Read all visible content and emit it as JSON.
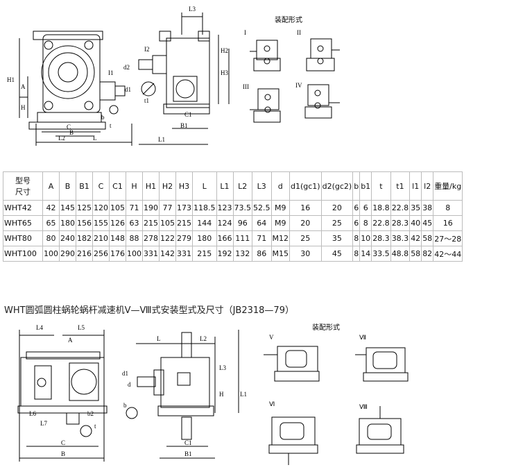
{
  "top_drawing": {
    "dims": {
      "H1": "H1",
      "A": "A",
      "H": "H",
      "C": "C",
      "B": "B",
      "L2": "L2",
      "L": "L",
      "L3": "L3",
      "I2": "I2",
      "d2": "d2",
      "I1": "I1",
      "d1": "d1",
      "t1": "t1",
      "t": "t",
      "b": "b",
      "H2": "H2",
      "H3": "H3",
      "C1": "C1",
      "B1": "B1",
      "L1": "L1"
    },
    "assembly_title": "装配形式",
    "roman": [
      "I",
      "II",
      "III",
      "IV"
    ]
  },
  "spec_table": {
    "header_first": "型号\n尺寸",
    "columns": [
      "A",
      "B",
      "B1",
      "C",
      "C1",
      "H",
      "H1",
      "H2",
      "H3",
      "L",
      "L1",
      "L2",
      "L3",
      "d",
      "d1(gc1)",
      "d2(gc2)",
      "b",
      "b1",
      "t",
      "t1",
      "l1",
      "l2",
      "重量/kg"
    ],
    "rows": [
      [
        "WHT42",
        "42",
        "145",
        "125",
        "120",
        "105",
        "71",
        "190",
        "77",
        "173",
        "118.5",
        "123",
        "73.5",
        "52.5",
        "M9",
        "16",
        "20",
        "6",
        "6",
        "18.8",
        "22.8",
        "35",
        "38",
        "8"
      ],
      [
        "WHT65",
        "65",
        "180",
        "156",
        "155",
        "126",
        "63",
        "215",
        "105",
        "215",
        "144",
        "124",
        "96",
        "64",
        "M9",
        "20",
        "25",
        "6",
        "8",
        "22.8",
        "28.3",
        "40",
        "45",
        "16"
      ],
      [
        "WHT80",
        "80",
        "240",
        "182",
        "210",
        "148",
        "88",
        "278",
        "122",
        "279",
        "180",
        "166",
        "111",
        "71",
        "M12",
        "25",
        "35",
        "8",
        "10",
        "28.3",
        "38.3",
        "42",
        "58",
        "27～28"
      ],
      [
        "WHT100",
        "100",
        "290",
        "216",
        "256",
        "176",
        "100",
        "331",
        "142",
        "331",
        "215",
        "192",
        "132",
        "86",
        "M15",
        "30",
        "45",
        "8",
        "14",
        "33.5",
        "48.8",
        "58",
        "82",
        "42～44"
      ]
    ]
  },
  "caption": "WHT圆弧圆柱蜗轮蜗杆减速机Ⅴ—Ⅷ式安装型式及尺寸（JB2318—79）",
  "bottom_drawing": {
    "dims": {
      "L4": "L4",
      "L5": "L5",
      "A": "A",
      "L6": "L6",
      "L7": "L7",
      "b2": "b2",
      "t": "t",
      "C": "C",
      "B": "B",
      "L": "L",
      "L2": "L2",
      "d1": "d1",
      "d": "d",
      "b": "b",
      "L3": "L3",
      "H": "H",
      "L1": "L1",
      "C1": "C1",
      "B1": "B1"
    },
    "assembly_title": "装配形式",
    "roman": [
      "V",
      "Ⅶ",
      "Ⅵ",
      "Ⅷ"
    ]
  }
}
